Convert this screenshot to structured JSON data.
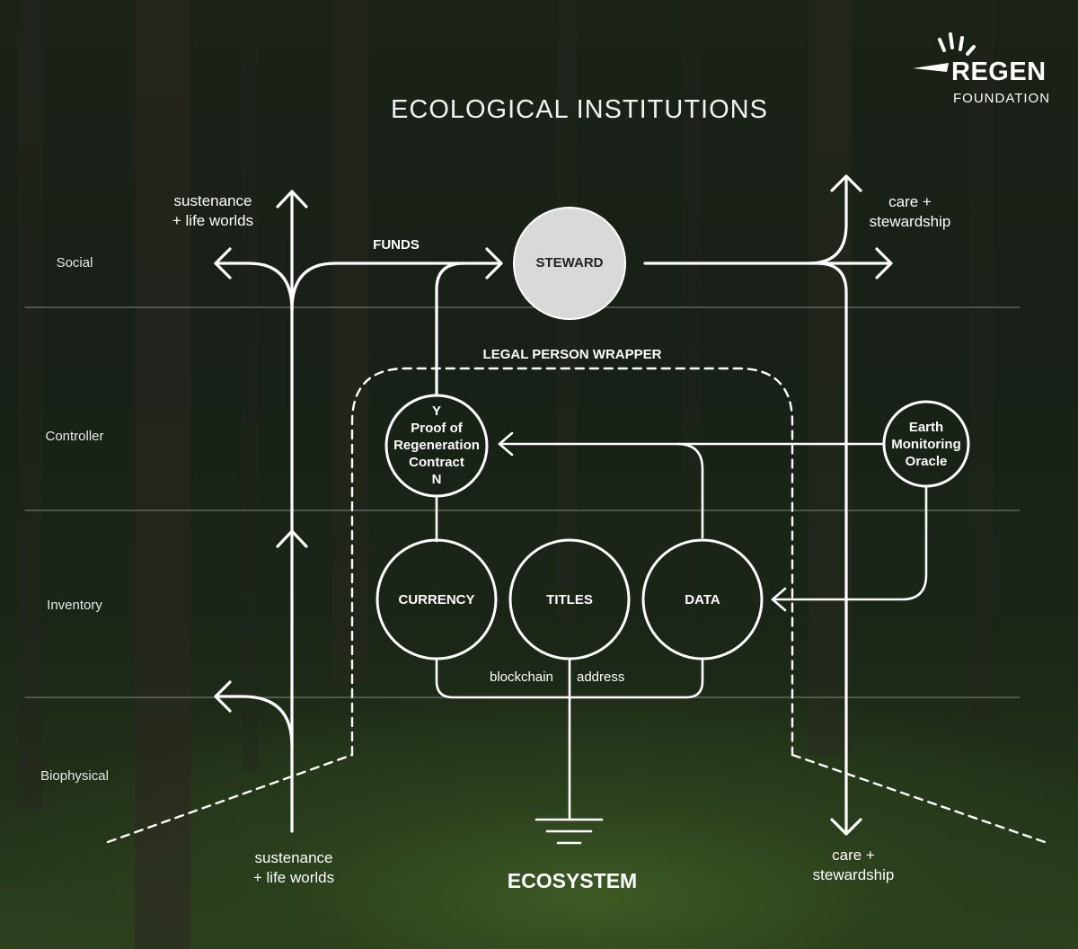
{
  "title": "ECOLOGICAL INSTITUTIONS",
  "logo": {
    "name": "REGEN",
    "sub": "FOUNDATION",
    "icon": "burst-icon"
  },
  "bands": [
    "Social",
    "Controller",
    "Inventory",
    "Biophysical"
  ],
  "flows": {
    "top_left": [
      "sustenance",
      "+ life worlds"
    ],
    "bottom_left": [
      "sustenance",
      "+ life worlds"
    ],
    "top_right": [
      "care +",
      "stewardship"
    ],
    "bottom_right": [
      "care +",
      "stewardship"
    ],
    "funds": "FUNDS"
  },
  "nodes": {
    "steward": "STEWARD",
    "wrapper": "LEGAL PERSON WRAPPER",
    "contract": {
      "yes": "Y",
      "lines": [
        "Proof of",
        "Regeneration",
        "Contract"
      ],
      "no": "N"
    },
    "oracle": [
      "Earth",
      "Monitoring",
      "Oracle"
    ],
    "currency": "CURRENCY",
    "titles": "TITLES",
    "data": "DATA",
    "blockchain": "blockchain",
    "address": "address",
    "ecosystem": "ECOSYSTEM"
  },
  "colors": {
    "line": "#ffffff",
    "steward_fill": "#d9d9d9",
    "background": "#1b2218"
  }
}
